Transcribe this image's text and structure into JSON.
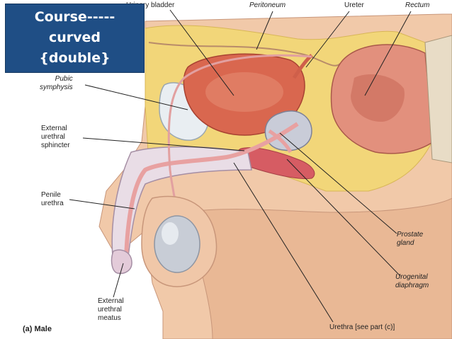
{
  "title_box": {
    "line1": "Course-----",
    "line2": "curved",
    "line3": "{double}"
  },
  "labels": {
    "urinary_bladder": "Urinary bladder",
    "peritoneum": "Peritoneum",
    "ureter": "Ureter",
    "rectum": "Rectum",
    "pubic_symphysis": "Pubic\nsymphysis",
    "external_urethral_sphincter": "External\nurethral\nsphincter",
    "penile_urethra": "Penile\nurethra",
    "prostate_gland": "Prostate\ngland",
    "urogenital_diaphragm": "Urogenital\ndiaphragm",
    "external_urethral_meatus": "External\nurethral\nmeatus",
    "urethra": "Urethra [see part (c)]"
  },
  "caption": "(a) Male",
  "colors": {
    "title_background": "#1f4e85",
    "bladder": "#d9674f",
    "fat": "#f2d679",
    "skin": "#f1c9a9",
    "urethra": "#e8a1a1",
    "bone": "#e8dcc6",
    "testis": "#c8cdd6"
  }
}
